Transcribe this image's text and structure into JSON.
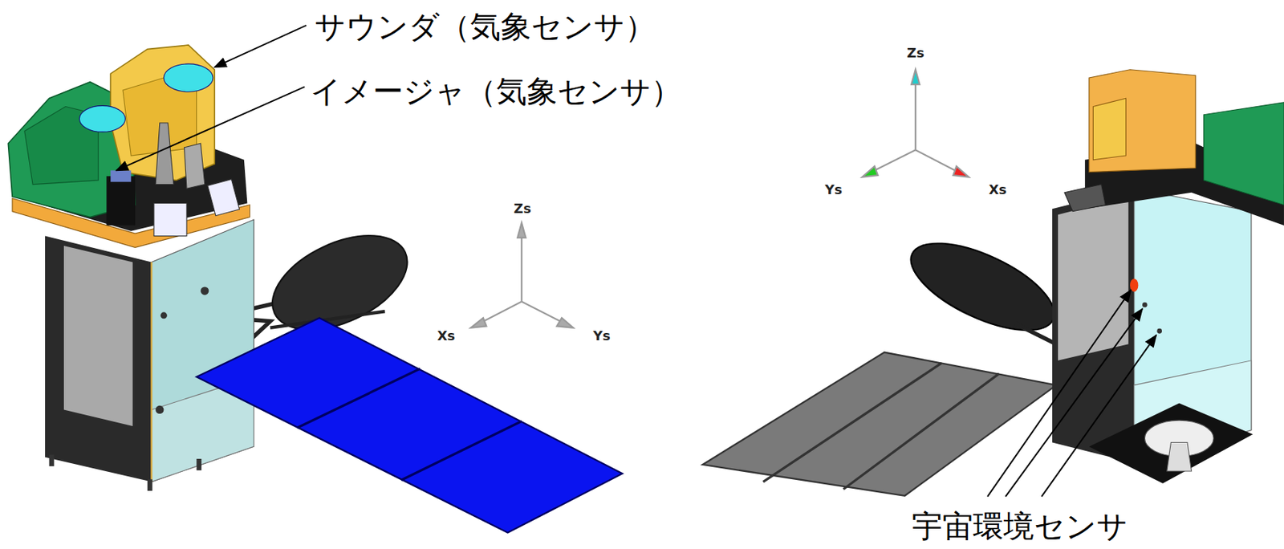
{
  "diagram": {
    "labels": [
      "サウンダ（気象センサ）",
      "イメージャ（気象センサ）",
      "Zs",
      "Xs",
      "Ys",
      "Zs",
      "Ys",
      "Xs",
      "宇宙環境センサ"
    ]
  }
}
